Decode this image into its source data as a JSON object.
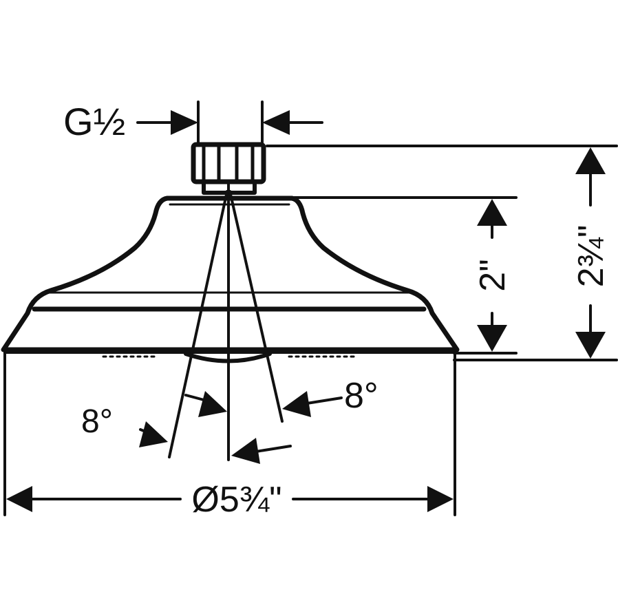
{
  "labels": {
    "thread": "G½",
    "angle_left": "8°",
    "angle_right": "8°",
    "height_face": "2\"",
    "height_total": "2¾\"",
    "diameter": "Ø5¾\""
  },
  "colors": {
    "stroke": "#111111",
    "background": "#ffffff"
  }
}
